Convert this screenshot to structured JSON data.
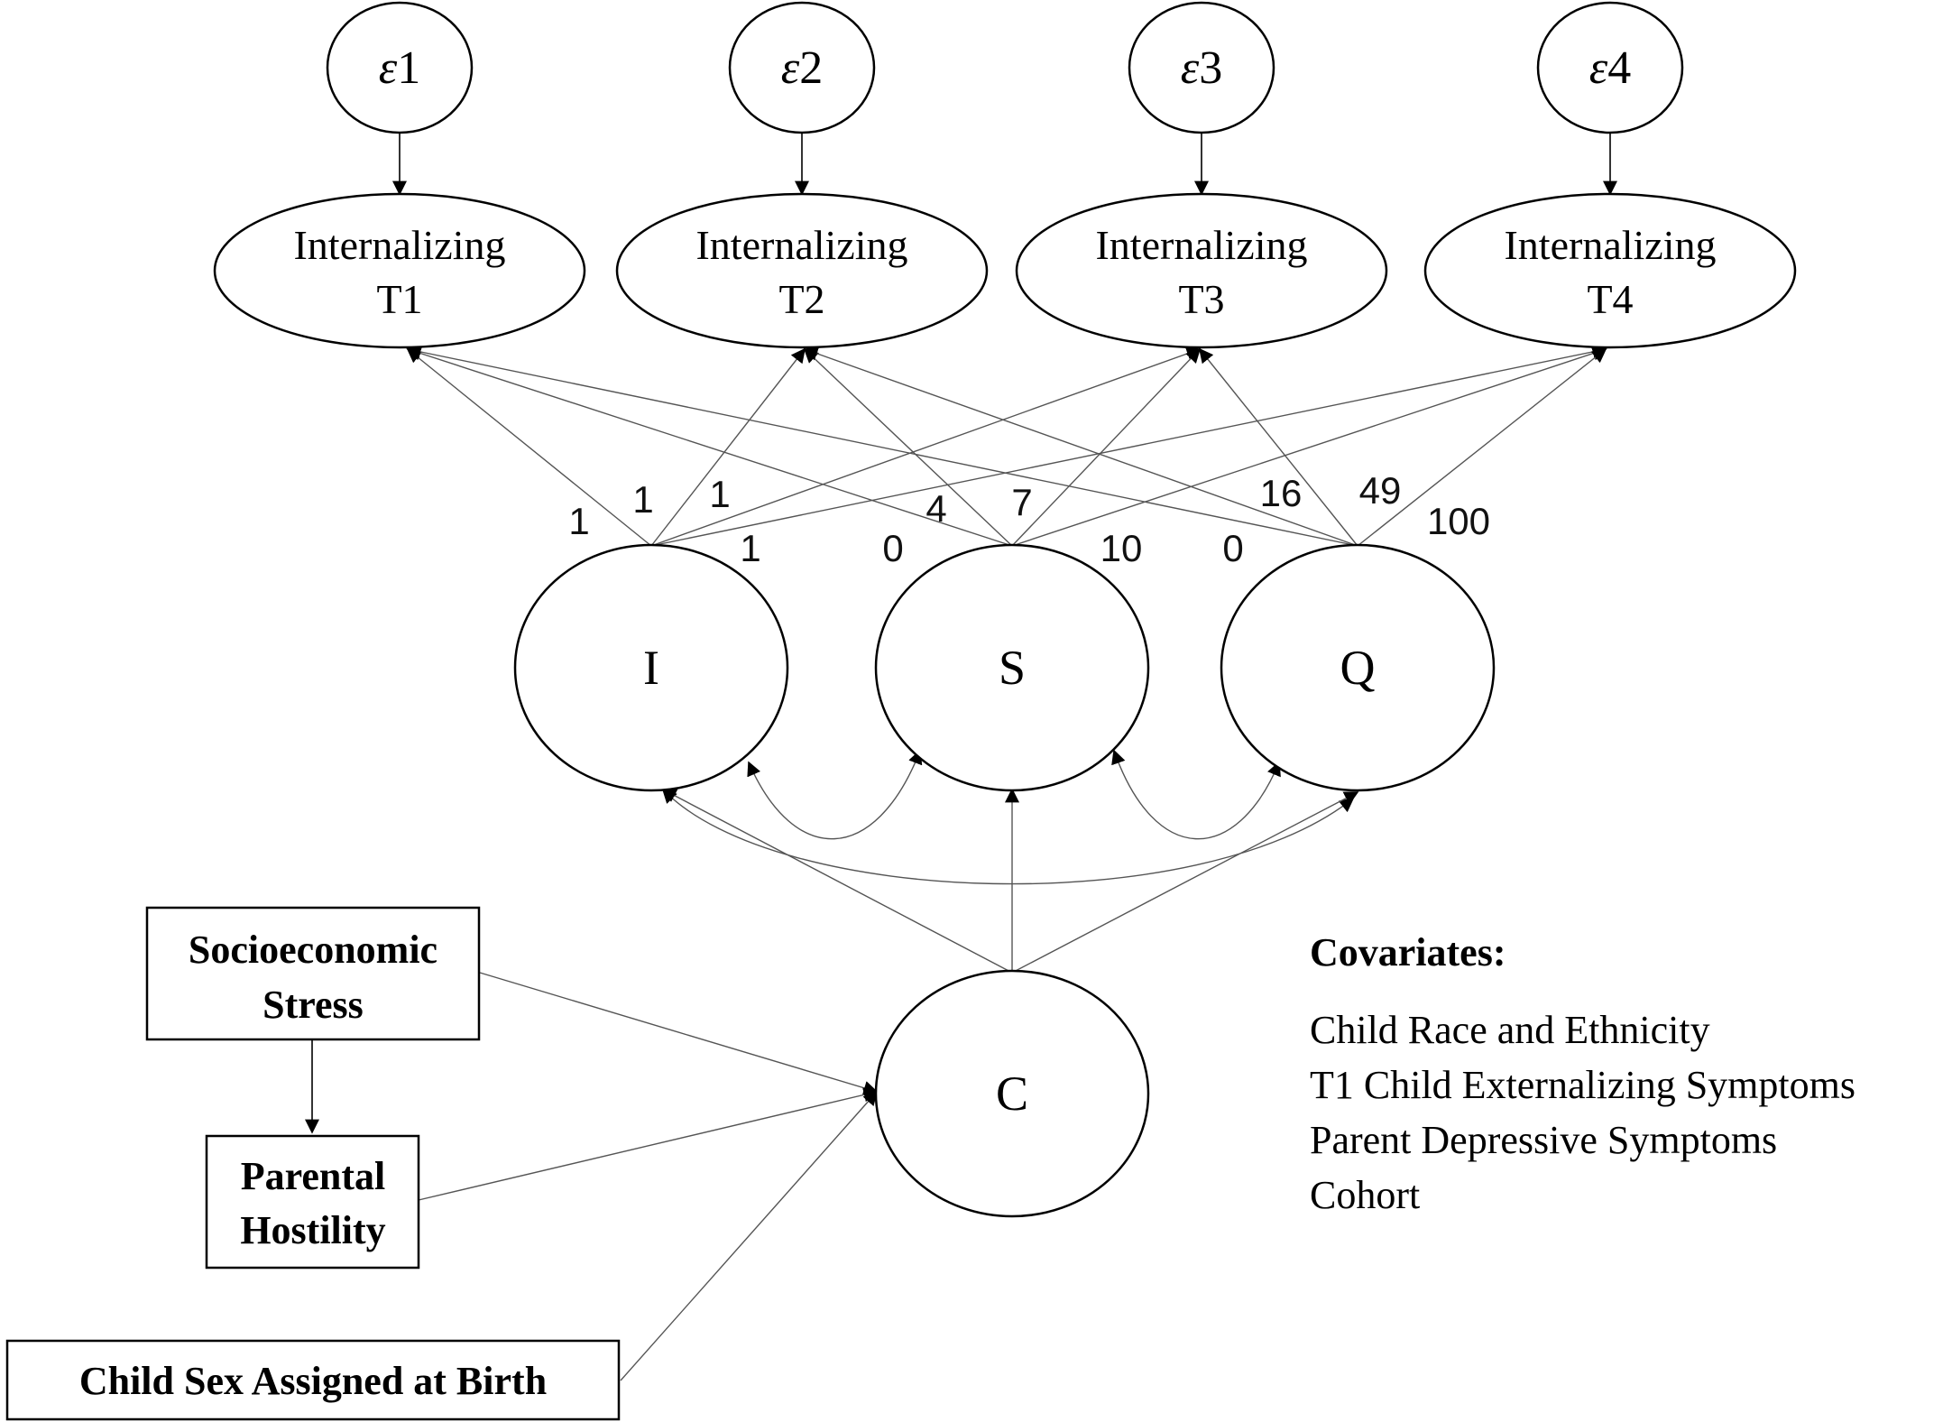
{
  "errors": [
    {
      "symbol": "ε",
      "index": "1"
    },
    {
      "symbol": "ε",
      "index": "2"
    },
    {
      "symbol": "ε",
      "index": "3"
    },
    {
      "symbol": "ε",
      "index": "4"
    }
  ],
  "indicators": [
    {
      "line1": "Internalizing",
      "line2": "T1"
    },
    {
      "line1": "Internalizing",
      "line2": "T2"
    },
    {
      "line1": "Internalizing",
      "line2": "T3"
    },
    {
      "line1": "Internalizing",
      "line2": "T4"
    }
  ],
  "latents": {
    "intercept": "I",
    "slope": "S",
    "quadratic": "Q",
    "class": "C"
  },
  "loadings": {
    "intercept": [
      "1",
      "1",
      "1",
      "1"
    ],
    "slope": [
      "0",
      "4",
      "7",
      "10"
    ],
    "quadratic": [
      "0",
      "16",
      "49",
      "100"
    ]
  },
  "predictors": {
    "socioeconomic": {
      "line1": "Socioeconomic",
      "line2": "Stress"
    },
    "parental": {
      "line1": "Parental",
      "line2": "Hostility"
    },
    "sex": "Child Sex Assigned at Birth"
  },
  "covariates": {
    "title": "Covariates:",
    "items": [
      "Child Race and Ethnicity",
      "T1 Child Externalizing Symptoms",
      "Parent Depressive Symptoms",
      "Cohort"
    ]
  }
}
